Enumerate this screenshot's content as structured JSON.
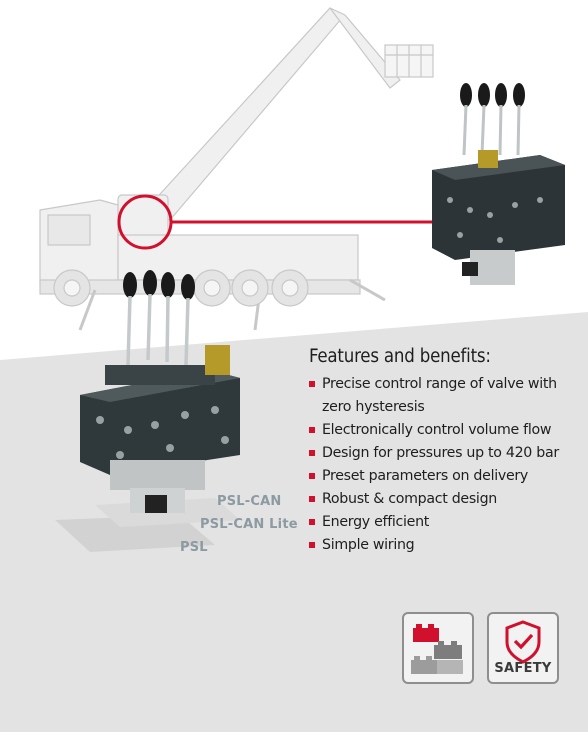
{
  "features": {
    "title": "Features and benefits:",
    "items": [
      "Precise control range of valve with zero hysteresis",
      "Electronically control volume flow",
      "Design for pressures up to 420 bar",
      "Preset parameters on delivery",
      "Robust & compact design",
      "Energy efficient",
      "Simple wiring"
    ]
  },
  "variants": [
    "PSL-CAN",
    "PSL-CAN Lite",
    "PSL"
  ],
  "badges": {
    "safety_label": "SAFETY"
  },
  "colors": {
    "accent": "#d0102d",
    "background_grey": "#e3e3e3",
    "variant_text": "#8c9aa2"
  },
  "icons": {
    "modular": "building-blocks-icon",
    "safety": "shield-check-icon"
  }
}
